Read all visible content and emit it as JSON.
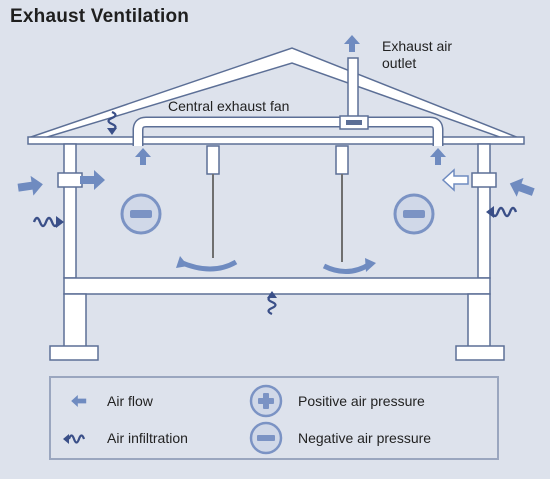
{
  "title": "Exhaust Ventilation",
  "labels": {
    "outlet_line1": "Exhaust air",
    "outlet_line2": "outlet",
    "fan": "Central exhaust fan"
  },
  "legend": {
    "air_flow": "Air flow",
    "air_infiltration": "Air infiltration",
    "positive_pressure": "Positive air pressure",
    "negative_pressure": "Negative air pressure"
  },
  "icons": {
    "arrow": "arrow-icon",
    "infiltration": "infiltration-icon",
    "positive": "plus-circle-icon",
    "negative": "minus-circle-icon"
  },
  "colors": {
    "background": "#dde2ec",
    "house": "#ffffff",
    "outline": "#5c6f96",
    "arrow": "#6f8bc0",
    "pressure": "#7b93c4"
  }
}
